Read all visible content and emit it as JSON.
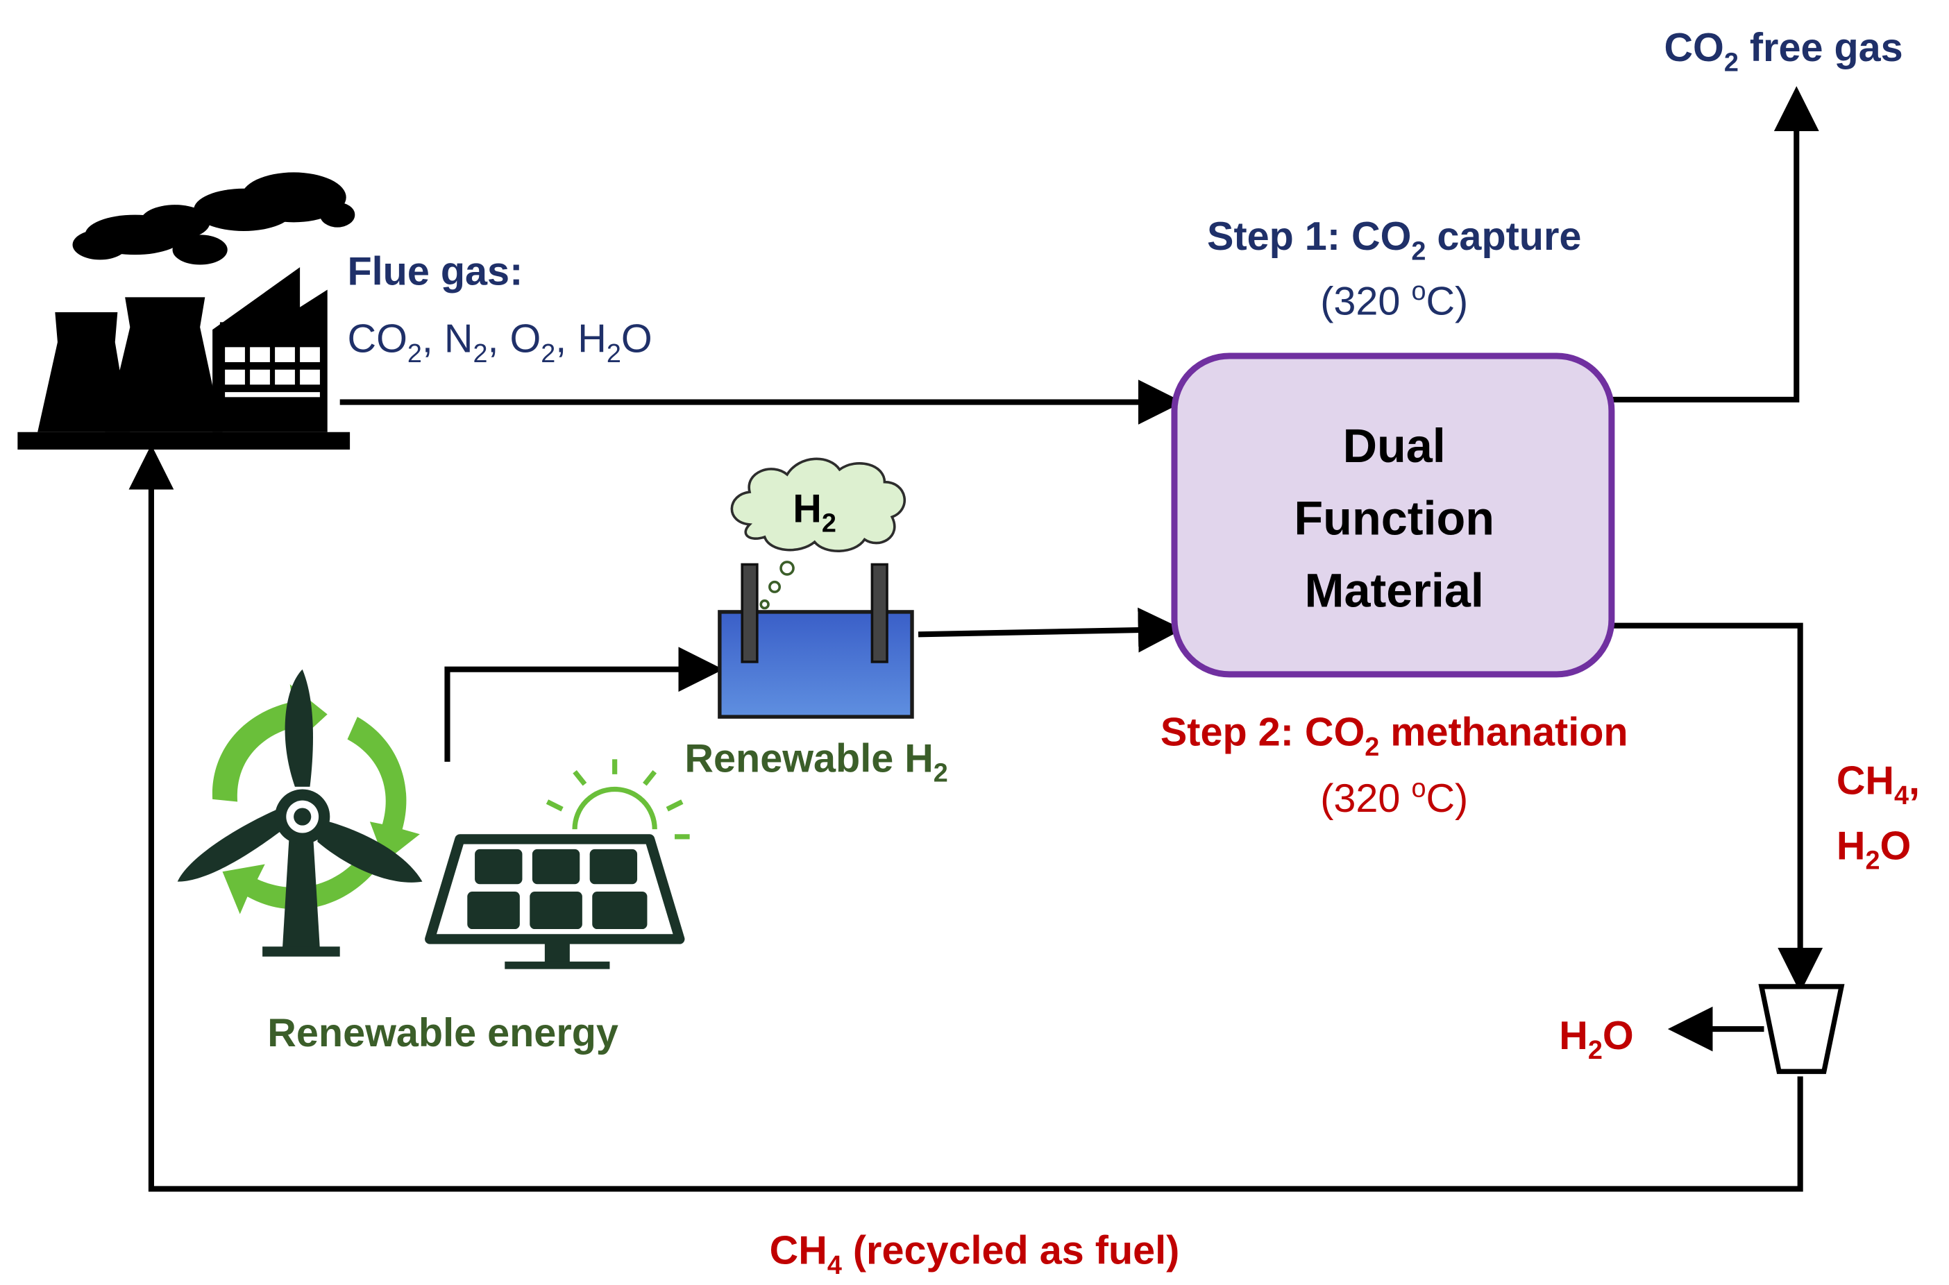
{
  "colors": {
    "navy": "#1f3069",
    "red": "#c00000",
    "green": "#3b5e29",
    "purple": "#7030a0",
    "dfm_fill": "#e1d5ec",
    "line": "#000000",
    "water": "#3d66cc",
    "cloud_fill": "#ddf0d0",
    "leaf": "#6abf3a"
  },
  "icons": {
    "factory": "factory-icon",
    "wind_turbine": "wind-turbine-icon",
    "recycle_arrows": "recycle-arrows-icon",
    "solar_panel": "solar-panel-icon",
    "sun": "sun-icon",
    "electrolyzer": "electrolyzer-icon",
    "h2_cloud": "cloud-icon",
    "separator": "separator-icon"
  },
  "labels": {
    "co2_free": {
      "t1": "CO",
      "s1": "2",
      "t2": " free gas"
    },
    "flue_title": "Flue gas:",
    "flue_species": {
      "a": "CO",
      "a_sub": "2",
      "b": ", N",
      "b_sub": "2",
      "c": ", O",
      "c_sub": "2",
      "d": ", H",
      "d_sub": "2",
      "e": "O"
    },
    "step1": {
      "pre": "Step 1: CO",
      "sub": "2",
      "post": " capture"
    },
    "step1_temp": {
      "pre": "(320 ",
      "sup": "o",
      "post": "C)"
    },
    "dfm": [
      "Dual",
      "Function",
      "Material"
    ],
    "h2_cloud": {
      "t": "H",
      "sub": "2"
    },
    "renewable_h2": {
      "t": "Renewable H",
      "sub": "2"
    },
    "step2": {
      "pre": "Step 2: CO",
      "sub": "2",
      "post": " methanation"
    },
    "step2_temp": {
      "pre": "(320 ",
      "sup": "o",
      "post": "C)"
    },
    "ch4_h2o": {
      "l1": "CH",
      "l1_sub": "4",
      "l1_post": ",",
      "l2": "H",
      "l2_sub": "2",
      "l2_post": "O"
    },
    "h2o_out": {
      "t": "H",
      "sub": "2",
      "post": "O"
    },
    "renewable_energy": "Renewable energy",
    "ch4_recycled": {
      "t": "CH",
      "sub": "4",
      "post": " (recycled as fuel)"
    }
  }
}
